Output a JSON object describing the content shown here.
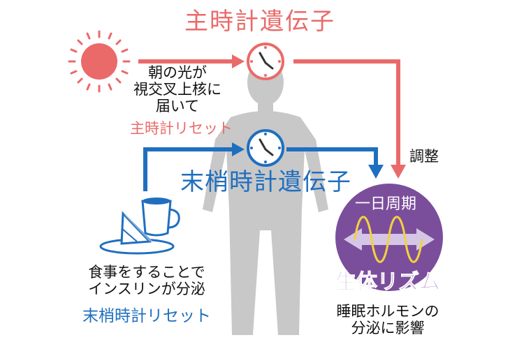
{
  "title_main": "主時計遺伝子",
  "title_peripheral": "末梢時計遺伝子",
  "morning_light": [
    "朝の光が",
    "視交叉上核に",
    "届いて"
  ],
  "main_reset": "主時計リセット",
  "adjust": "調整",
  "one_day_cycle": "一日周期",
  "biorhythm": "生体リズム",
  "meal_text": [
    "食事をすることで",
    "インスリンが分泌"
  ],
  "peripheral_reset": "末梢時計リセット",
  "melatonin_text": [
    "睡眠ホルモンの",
    "分泌に影響"
  ],
  "colors": {
    "red": "#ea6a6a",
    "blue": "#1f6fbf",
    "purple": "#7b4e9c",
    "silhouette": "#c8c8c8"
  },
  "icons": [
    "sun-icon",
    "clock-icon",
    "human-silhouette",
    "cup-icon",
    "sandwich-icon",
    "wave-icon"
  ]
}
